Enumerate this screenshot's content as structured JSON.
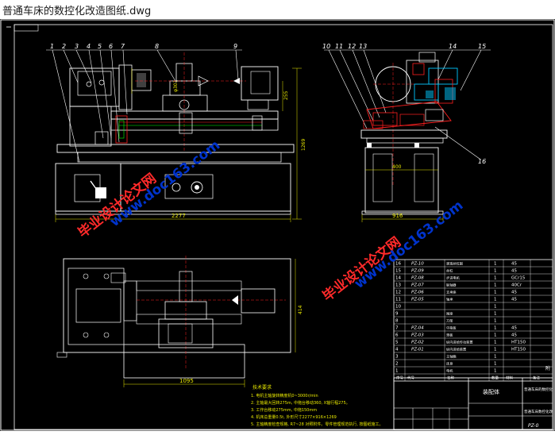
{
  "window": {
    "title": "普通车床的数控化改造图纸.dwg"
  },
  "colors": {
    "background": "#000000",
    "line_white": "#ffffff",
    "dim_yellow": "#e8e800",
    "accent_red": "#ff2020",
    "accent_cyan": "#00c8ff",
    "accent_green": "#00ff00",
    "watermark_blue": "#0033cc",
    "watermark_red": "#ff2a2a"
  },
  "front_view": {
    "part_numbers": [
      "1",
      "2",
      "3",
      "4",
      "5",
      "6",
      "7",
      "8",
      "9"
    ],
    "dim_width": "2277",
    "dim_height": "1269",
    "dim_center": "255",
    "dim_small": "φ301"
  },
  "side_view": {
    "part_numbers": [
      "10",
      "11",
      "12",
      "13",
      "14",
      "15",
      "16"
    ],
    "dim_width": "916",
    "dim_inner": "400"
  },
  "top_view": {
    "dim_width": "1095",
    "dim_height": "414"
  },
  "tech_notes": {
    "heading": "技术要求",
    "lines": [
      "1. 电机主轴旋转精度机0~3000r/min",
      "2. 主轴最大回转275m, 中拖台移动360, X轴行程275。",
      "3. 工作台移动275mm, 中拖150mm",
      "4. 机床总重量0.5t, 外形尺寸2277×916×1269",
      "5. 主轴精度检查规格, R7~28 对照附件。零件管理规范执行, 按图纸施工。"
    ]
  },
  "parts_table": {
    "rows": [
      {
        "seq": "16",
        "code": "PZ-10",
        "name": "滚珠丝杠副",
        "qty": "1",
        "mat": "45"
      },
      {
        "seq": "15",
        "code": "PZ-09",
        "name": "丝杠",
        "qty": "1",
        "mat": "45"
      },
      {
        "seq": "14",
        "code": "PZ-08",
        "name": "步进电机",
        "qty": "1",
        "mat": "GCr15"
      },
      {
        "seq": "13",
        "code": "PZ-07",
        "name": "联轴器",
        "qty": "1",
        "mat": "40Cr"
      },
      {
        "seq": "12",
        "code": "PZ-06",
        "name": "支承座",
        "qty": "1",
        "mat": "45"
      },
      {
        "seq": "11",
        "code": "PZ-05",
        "name": "轴承",
        "qty": "1",
        "mat": "45"
      },
      {
        "seq": "10",
        "code": "",
        "name": "",
        "qty": "1",
        "mat": ""
      },
      {
        "seq": "9",
        "code": "",
        "name": "尾座",
        "qty": "1",
        "mat": ""
      },
      {
        "seq": "8",
        "code": "",
        "name": "刀架",
        "qty": "1",
        "mat": ""
      },
      {
        "seq": "7",
        "code": "PZ-04",
        "name": "中拖板",
        "qty": "1",
        "mat": "45"
      },
      {
        "seq": "6",
        "code": "PZ-03",
        "name": "滑板",
        "qty": "1",
        "mat": "45"
      },
      {
        "seq": "5",
        "code": "PZ-02",
        "name": "纵向进给传动装置",
        "qty": "1",
        "mat": "HT150"
      },
      {
        "seq": "4",
        "code": "PZ-01",
        "name": "纵向进给装置",
        "qty": "1",
        "mat": "HT150"
      },
      {
        "seq": "3",
        "code": "",
        "name": "主轴箱",
        "qty": "1",
        "mat": ""
      },
      {
        "seq": "2",
        "code": "",
        "name": "床身",
        "qty": "1",
        "mat": ""
      },
      {
        "seq": "1",
        "code": "",
        "name": "电机",
        "qty": "1",
        "mat": ""
      }
    ],
    "header": [
      "序号",
      "代号",
      "名称",
      "数量",
      "材料",
      "备注"
    ],
    "side_label": "附"
  },
  "title_block": {
    "center_label": "装配体",
    "right_label_1": "普通车床的数控化",
    "right_label_2": "普通车床数控化改",
    "drawing_no": "PZ-0"
  },
  "watermarks": [
    {
      "text": "www.doc163.com"
    },
    {
      "text": "毕业设计论文网"
    },
    {
      "text": "毕业设计论文网"
    },
    {
      "text": "www.doc163.com"
    }
  ]
}
